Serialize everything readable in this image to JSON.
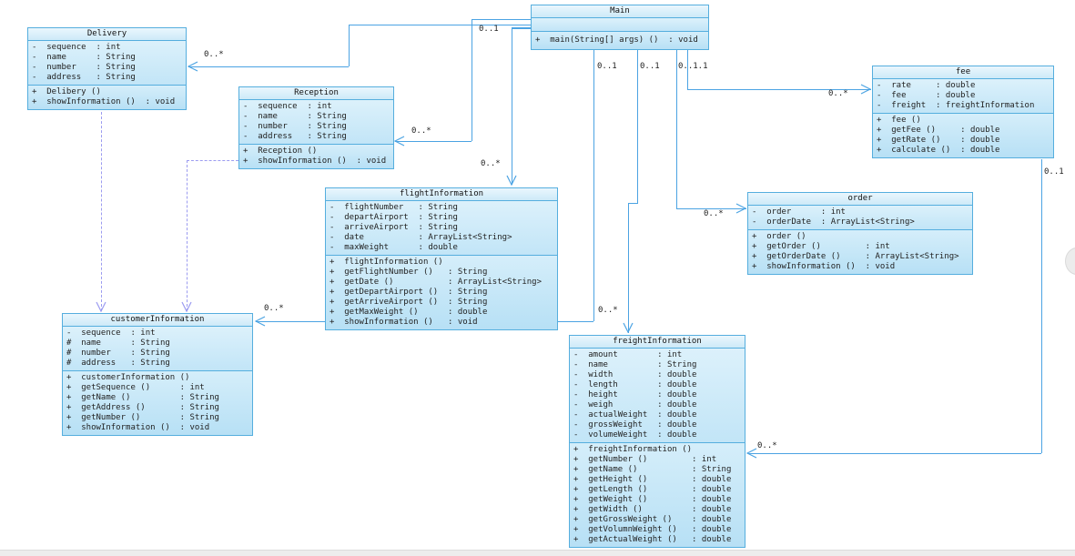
{
  "diagram": {
    "colors": {
      "box_border": "#55aede",
      "box_fill_top": "#eaf6fd",
      "box_fill_bottom": "#b7e0f5",
      "association_line": "#4ba3e3",
      "dependency_line": "#9b9bf0",
      "label_text": "#222222"
    },
    "classes": [
      {
        "name": "Delivery",
        "attributes": [
          "-  sequence  : int",
          "-  name      : String",
          "-  number    : String",
          "-  address   : String"
        ],
        "methods": [
          "+  Delibery ()",
          "+  showInformation ()  : void"
        ]
      },
      {
        "name": "Reception",
        "attributes": [
          "-  sequence  : int",
          "-  name      : String",
          "-  number    : String",
          "-  address   : String"
        ],
        "methods": [
          "+  Reception ()",
          "+  showInformation ()  : void"
        ]
      },
      {
        "name": "Main",
        "attributes": [],
        "methods": [
          "+  main(String[] args) ()  : void"
        ]
      },
      {
        "name": "fee",
        "attributes": [
          "-  rate     : double",
          "-  fee      : double",
          "-  freight  : freightInformation"
        ],
        "methods": [
          "+  fee ()",
          "+  getFee ()     : double",
          "+  getRate ()    : double",
          "+  calculate ()  : double"
        ]
      },
      {
        "name": "flightInformation",
        "attributes": [
          "-  flightNumber   : String",
          "-  departAirport  : String",
          "-  arriveAirport  : String",
          "-  date           : ArrayList<String>",
          "-  maxWeight      : double"
        ],
        "methods": [
          "+  flightInformation ()",
          "+  getFlightNumber ()   : String",
          "+  getDate ()           : ArrayList<String>",
          "+  getDepartAirport ()  : String",
          "+  getArriveAirport ()  : String",
          "+  getMaxWeight ()      : double",
          "+  showInformation ()   : void"
        ]
      },
      {
        "name": "order",
        "attributes": [
          "-  order      : int",
          "-  orderDate  : ArrayList<String>"
        ],
        "methods": [
          "+  order ()",
          "+  getOrder ()         : int",
          "+  getOrderDate ()     : ArrayList<String>",
          "+  showInformation ()  : void"
        ]
      },
      {
        "name": "customerInformation",
        "attributes": [
          "-  sequence  : int",
          "#  name      : String",
          "#  number    : String",
          "#  address   : String"
        ],
        "methods": [
          "+  customerInformation ()",
          "+  getSequence ()      : int",
          "+  getName ()          : String",
          "+  getAddress ()       : String",
          "+  getNumber ()        : String",
          "+  showInformation ()  : void"
        ]
      },
      {
        "name": "freightInformation",
        "attributes": [
          "-  amount        : int",
          "-  name          : String",
          "-  width         : double",
          "-  length        : double",
          "-  height        : double",
          "-  weigh         : double",
          "-  actualWeight  : double",
          "-  grossWeight   : double",
          "-  volumeWeight  : double"
        ],
        "methods": [
          "+  freightInformation ()",
          "+  getNumber ()         : int",
          "+  getName ()           : String",
          "+  getHeight ()         : double",
          "+  getLength ()         : double",
          "+  getWeight ()         : double",
          "+  getWidth ()          : double",
          "+  getGrossWeight ()    : double",
          "+  getVolumnWeight ()   : double",
          "+  getActualWeight ()   : double"
        ]
      }
    ],
    "multiplicities": [
      {
        "text": "0..*"
      },
      {
        "text": "0..*"
      },
      {
        "text": "0..1"
      },
      {
        "text": "0..*"
      },
      {
        "text": "0..1"
      },
      {
        "text": "0..1"
      },
      {
        "text": "0..1.1"
      },
      {
        "text": "0..*"
      },
      {
        "text": "0..*"
      },
      {
        "text": "0..*"
      },
      {
        "text": "0..*"
      },
      {
        "text": "0..1"
      },
      {
        "text": "0..*"
      }
    ]
  }
}
